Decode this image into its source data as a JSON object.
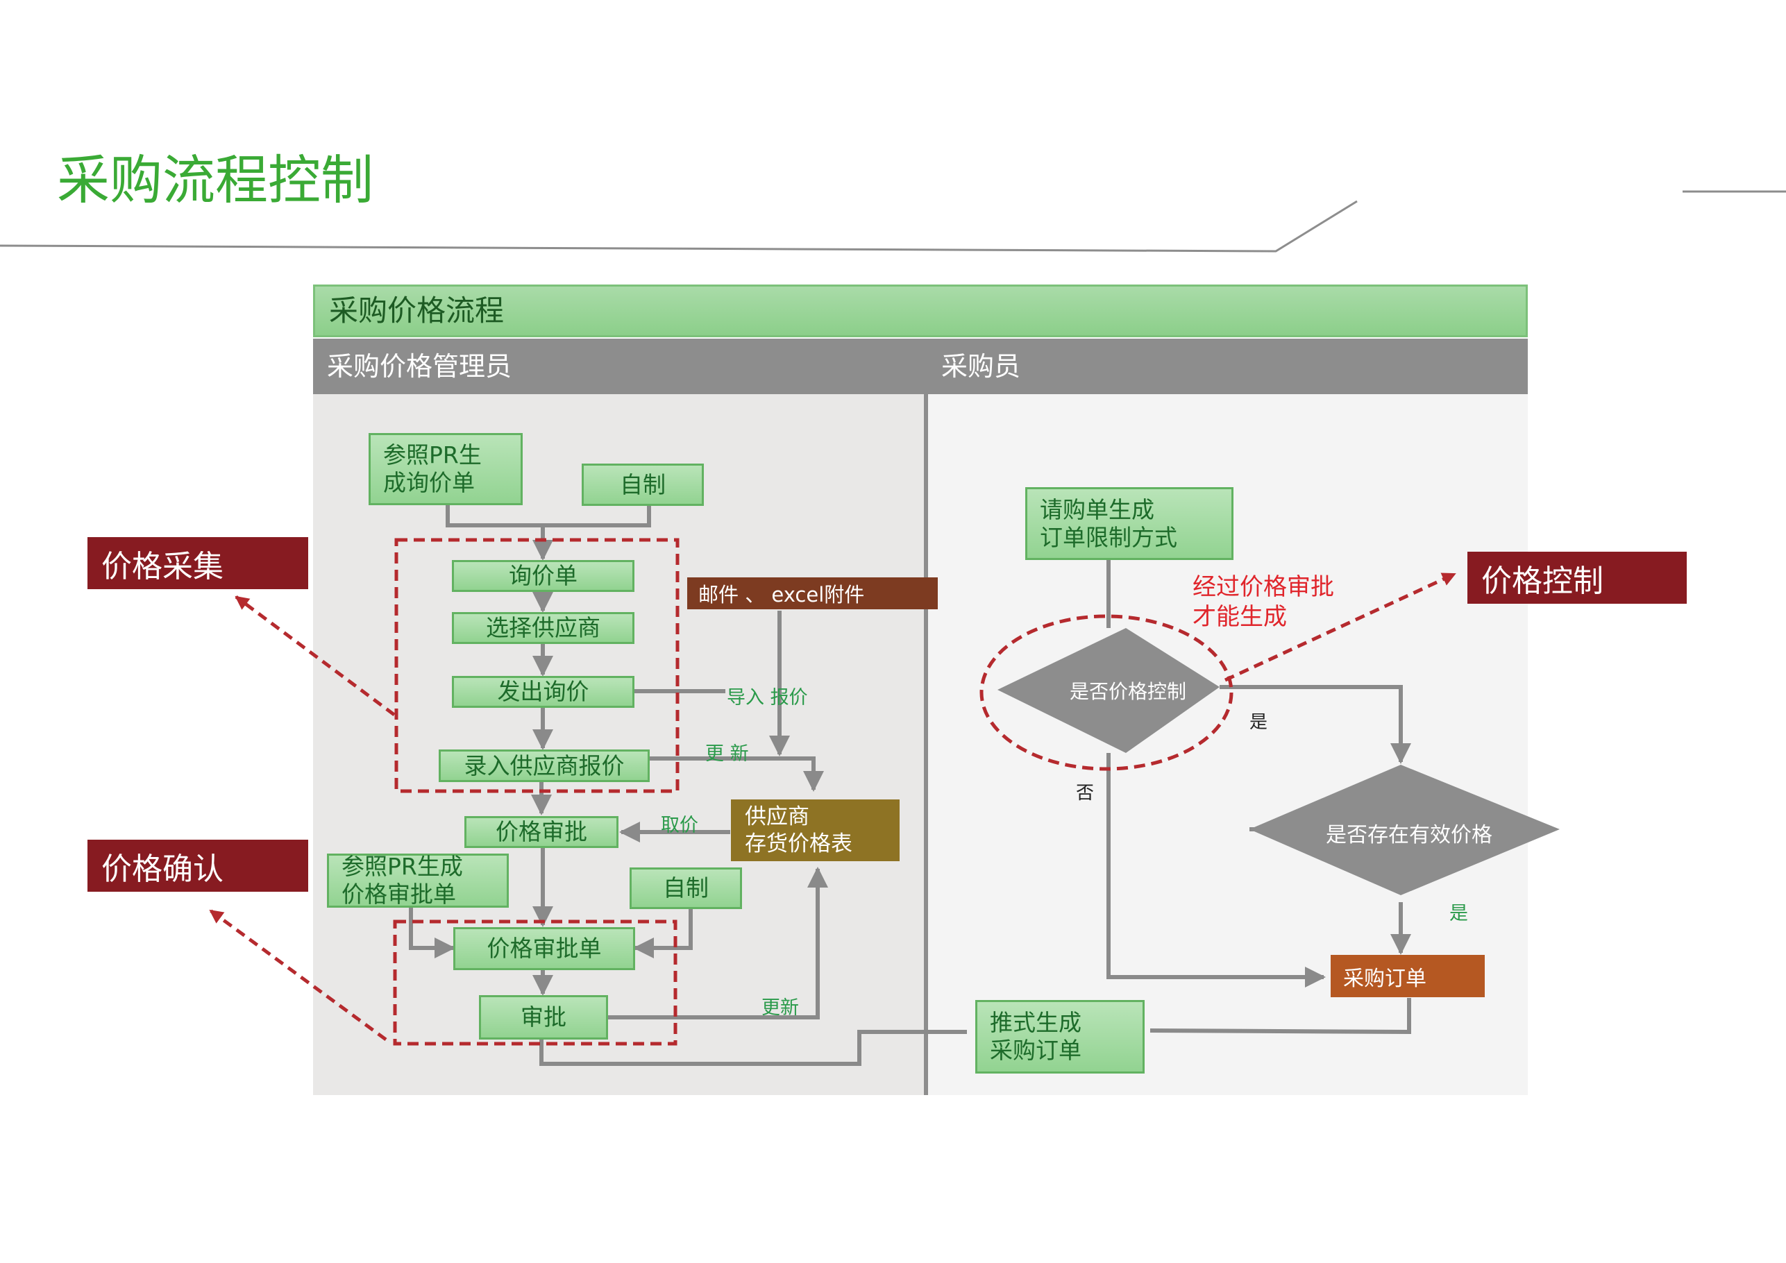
{
  "title": "采购流程控制",
  "banner": "采购价格流程",
  "lanes": {
    "left": "采购价格管理员",
    "right": "采购员"
  },
  "nodes": {
    "ref_pr_inquiry": [
      "参照PR生",
      "成询价单"
    ],
    "self_made_1": "自制",
    "inquiry_sheet": "询价单",
    "select_supplier": "选择供应商",
    "send_inquiry": "发出询价",
    "enter_quote": "录入供应商报价",
    "email_excel": "邮件 、 excel附件",
    "price_approval": "价格审批",
    "supplier_price_table": [
      "供应商",
      "存货价格表"
    ],
    "ref_pr_approval": [
      "参照PR生成",
      "价格审批单"
    ],
    "self_made_2": "自制",
    "approval_sheet": "价格审批单",
    "approve": "审批",
    "push_po": [
      "推式生成",
      "采购订单"
    ],
    "pr_order_limit": [
      "请购单生成",
      "订单限制方式"
    ],
    "is_price_control": "是否价格控制",
    "has_valid_price": "是否存在有效价格",
    "purchase_order": "采购订单"
  },
  "edge_labels": {
    "import_quote": "导入 报价",
    "update_1": "更 新",
    "take_price": "取价",
    "update_2": "更新",
    "yes_1": "是",
    "no": "否",
    "yes_2": "是"
  },
  "annotations": {
    "price_collection": "价格采集",
    "price_confirm": "价格确认",
    "price_control": "价格控制",
    "approval_note": [
      "经过价格审批",
      "才能生成"
    ]
  },
  "colors": {
    "title_green": "#3aaa35",
    "box_green": "#92d391",
    "lane_gray": "#8d8d8d",
    "label_red": "#871b21",
    "dash_red": "#b52a2e",
    "brown": "#7d3b21",
    "olive": "#8e7324",
    "orange": "#b55822"
  }
}
